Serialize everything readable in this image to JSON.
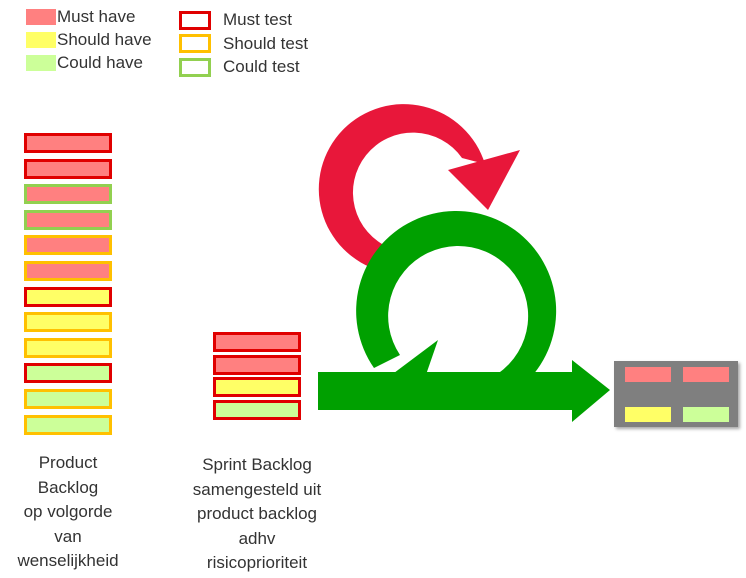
{
  "colors": {
    "must_fill": "#ff8080",
    "should_fill": "#ffff66",
    "could_fill": "#ccff99",
    "must_border": "#e00000",
    "should_border": "#ffc000",
    "could_border": "#92d050",
    "sprint_arrow": "#00a000",
    "iteration_arrow": "#e8173a",
    "done_box": "#7f7f7f"
  },
  "legend_fill": [
    {
      "label": "Must have",
      "color": "#ff8080"
    },
    {
      "label": "Should have",
      "color": "#ffff66"
    },
    {
      "label": "Could have",
      "color": "#ccff99"
    }
  ],
  "legend_outline": [
    {
      "label": "Must test",
      "color": "#e00000"
    },
    {
      "label": "Should test",
      "color": "#ffc000"
    },
    {
      "label": "Could test",
      "color": "#92d050"
    }
  ],
  "product_backlog": {
    "items": [
      {
        "priority": "must",
        "test": "must"
      },
      {
        "priority": "must",
        "test": "must"
      },
      {
        "priority": "must",
        "test": "could"
      },
      {
        "priority": "must",
        "test": "could"
      },
      {
        "priority": "must",
        "test": "should"
      },
      {
        "priority": "must",
        "test": "should"
      },
      {
        "priority": "should",
        "test": "must"
      },
      {
        "priority": "should",
        "test": "should"
      },
      {
        "priority": "should",
        "test": "should"
      },
      {
        "priority": "could",
        "test": "must"
      },
      {
        "priority": "could",
        "test": "should"
      },
      {
        "priority": "could",
        "test": "should"
      }
    ],
    "caption": [
      "Product",
      "Backlog",
      "op volgorde",
      "van",
      "wenselijkheid"
    ]
  },
  "sprint_backlog": {
    "items": [
      {
        "priority": "must",
        "test": "must"
      },
      {
        "priority": "must",
        "test": "must"
      },
      {
        "priority": "should",
        "test": "must"
      },
      {
        "priority": "could",
        "test": "must"
      }
    ],
    "caption": [
      "Sprint Backlog",
      "samengesteld uit",
      "product backlog",
      "adhv",
      "risicoprioriteit"
    ]
  },
  "increment": {
    "items": [
      {
        "priority": "must"
      },
      {
        "priority": "must"
      },
      {
        "priority": "should"
      },
      {
        "priority": "could"
      }
    ]
  }
}
